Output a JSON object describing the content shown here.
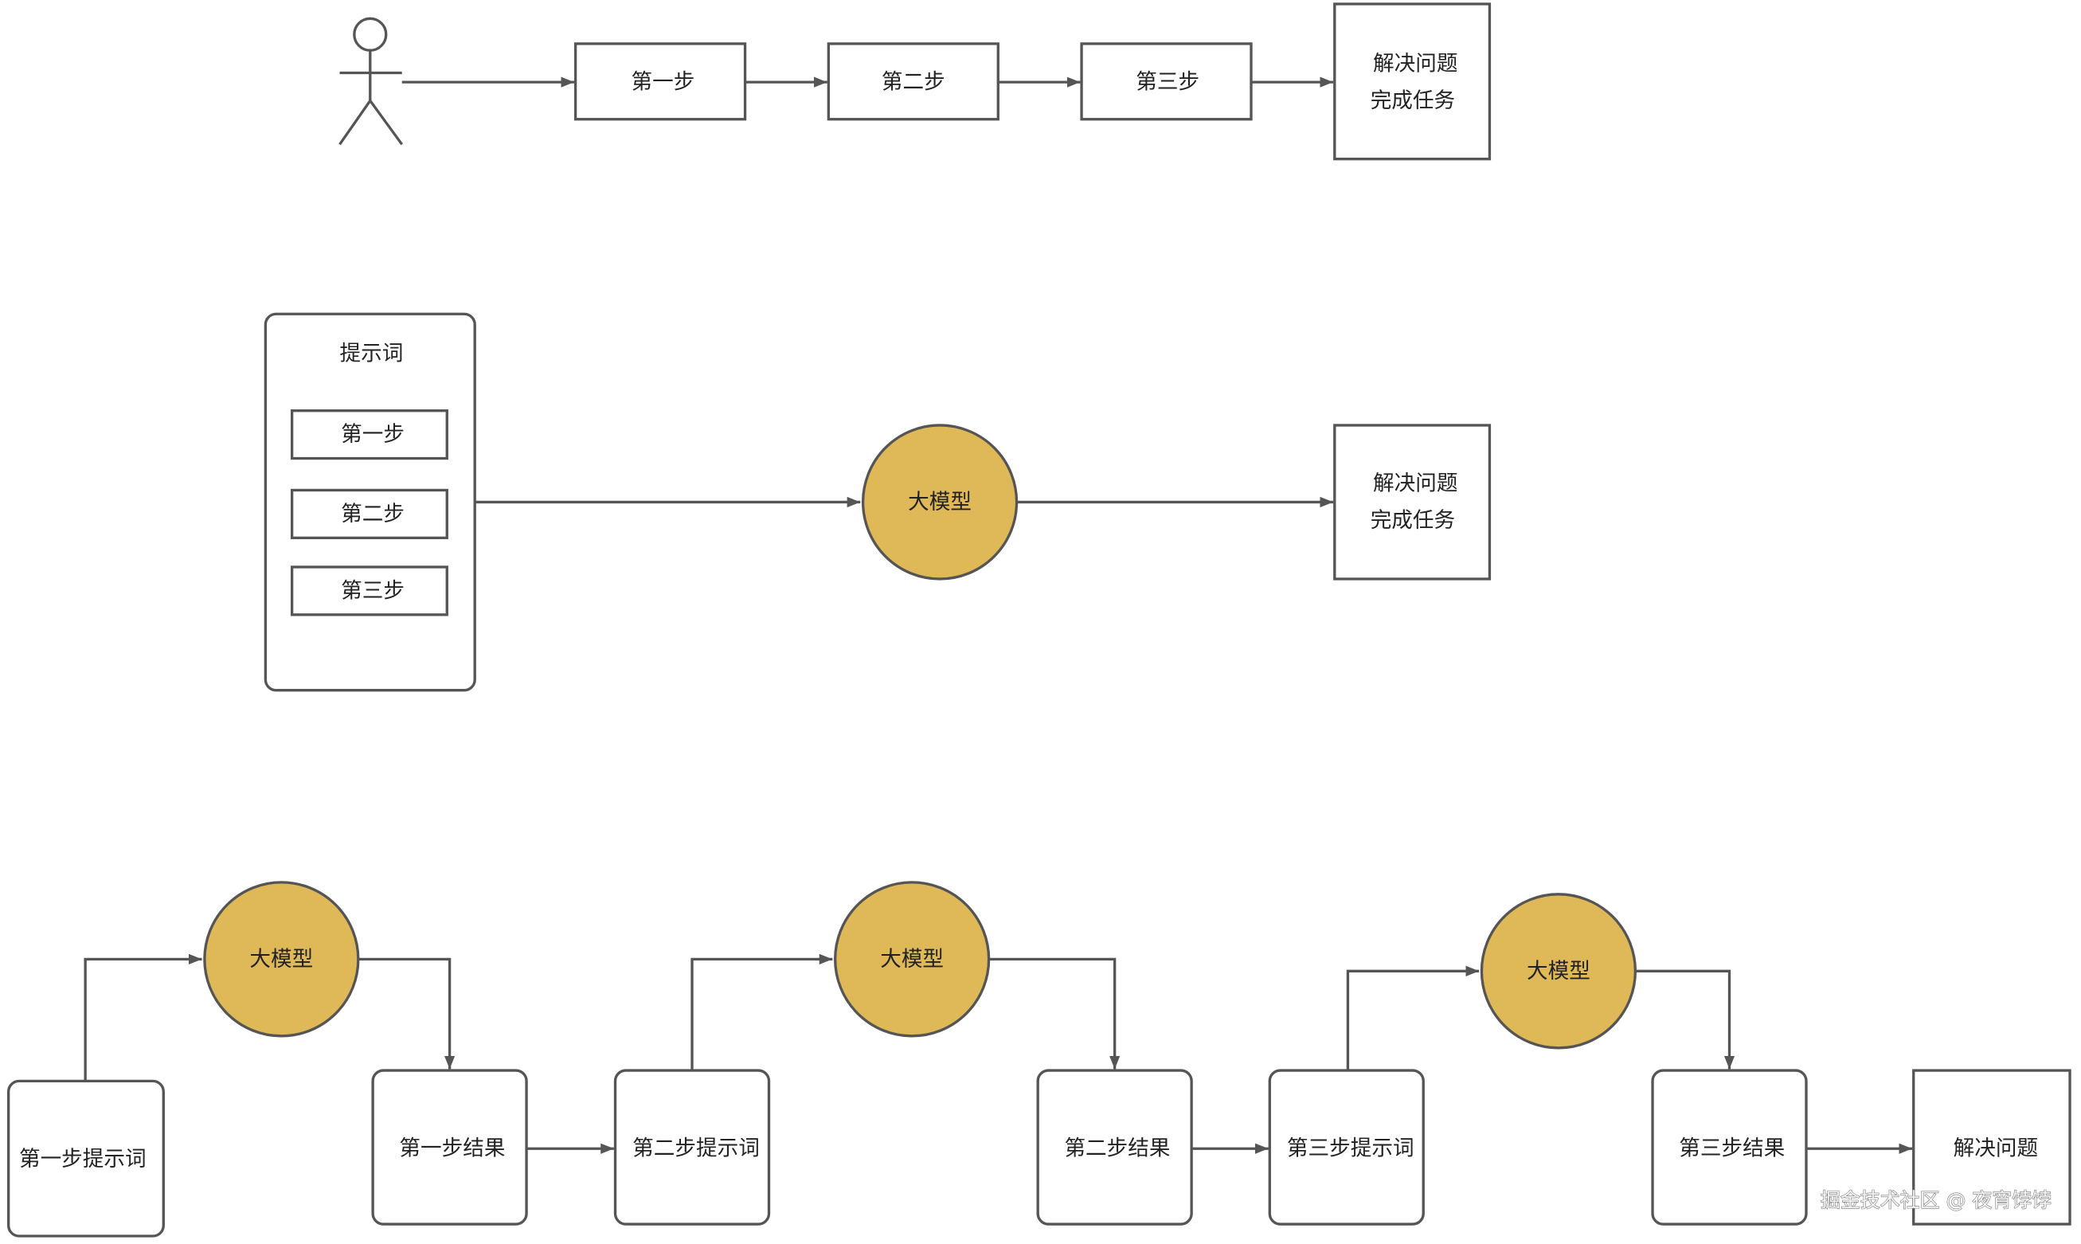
{
  "colors": {
    "stroke": "#555555",
    "model_fill": "#DFB858",
    "box_fill": "#ffffff",
    "text": "#222222"
  },
  "top_flow": {
    "actor_icon": "stick-figure-icon",
    "steps": [
      "第一步",
      "第二步",
      "第三步"
    ],
    "result": [
      "解决问题",
      "完成任务"
    ]
  },
  "middle_flow": {
    "prompt_title": "提示词",
    "steps": [
      "第一步",
      "第二步",
      "第三步"
    ],
    "model": "大模型",
    "result": [
      "解决问题",
      "完成任务"
    ]
  },
  "bottom_flow": {
    "step1_prompt": "第一步提示词",
    "model1": "大模型",
    "step1_result": "第一步结果",
    "step2_prompt": "第二步提示词",
    "model2": "大模型",
    "step2_result": "第二步结果",
    "step3_prompt": "第三步提示词",
    "model3": "大模型",
    "step3_result": "第三步结果",
    "result": "解决问题"
  },
  "watermark": "掘金技术社区 @ 夜宵饽饽"
}
